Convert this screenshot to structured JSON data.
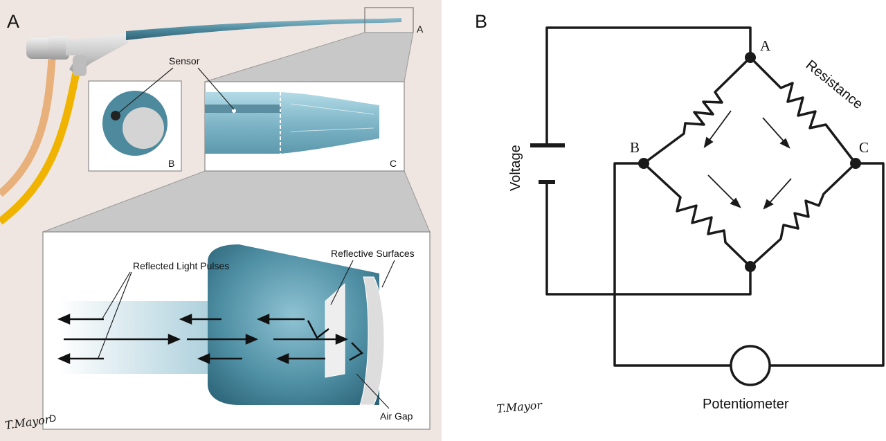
{
  "panel_a": {
    "letter": "A",
    "tip_box_label": "A",
    "inset_b_label": "B",
    "inset_c_label": "C",
    "inset_d_label": "D",
    "sensor_label": "Sensor",
    "reflected_label": "Reflected Light Pulses",
    "reflective_label": "Reflective Surfaces",
    "airgap_label": "Air Gap",
    "signature": "T.Mayor"
  },
  "panel_b": {
    "letter": "B",
    "node_a": "A",
    "node_b": "B",
    "node_c": "C",
    "voltage_label": "Voltage",
    "resistance_label": "Resistance",
    "potentiometer_label": "Potentiometer",
    "signature": "T.Mayor"
  },
  "colors": {
    "catheter": "#4e8a9e",
    "background_a": "#f0e6e1",
    "orange_tube": "#e8b07a",
    "yellow_tube": "#f0b400"
  }
}
